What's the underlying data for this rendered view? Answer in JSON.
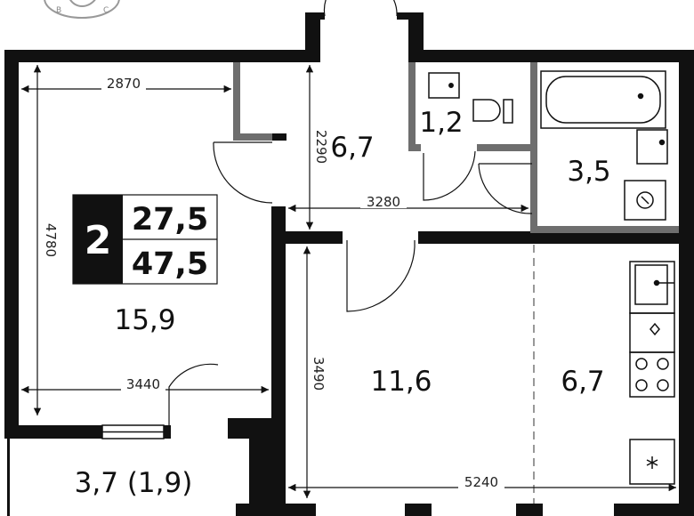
{
  "logo": {
    "letters": [
      "В",
      "С"
    ]
  },
  "rooms": {
    "room": "15,9",
    "hall": "6,7",
    "wc": "1,2",
    "bath": "3,5",
    "living": "11,6",
    "kitchen": "6,7",
    "balcony": "3,7 (1,9)"
  },
  "badge": {
    "rooms": "2",
    "living_area": "27,5",
    "total_area": "47,5"
  },
  "dimensions": {
    "room_width": "2870",
    "room_length": "4780",
    "room_bottom": "3440",
    "hall_height": "2290",
    "hall_width": "3280",
    "living_height": "3490",
    "living_width": "5240"
  },
  "colors": {
    "wall": "#111111",
    "wall_gray": "#6e6e6e",
    "fixture": "#777777"
  }
}
